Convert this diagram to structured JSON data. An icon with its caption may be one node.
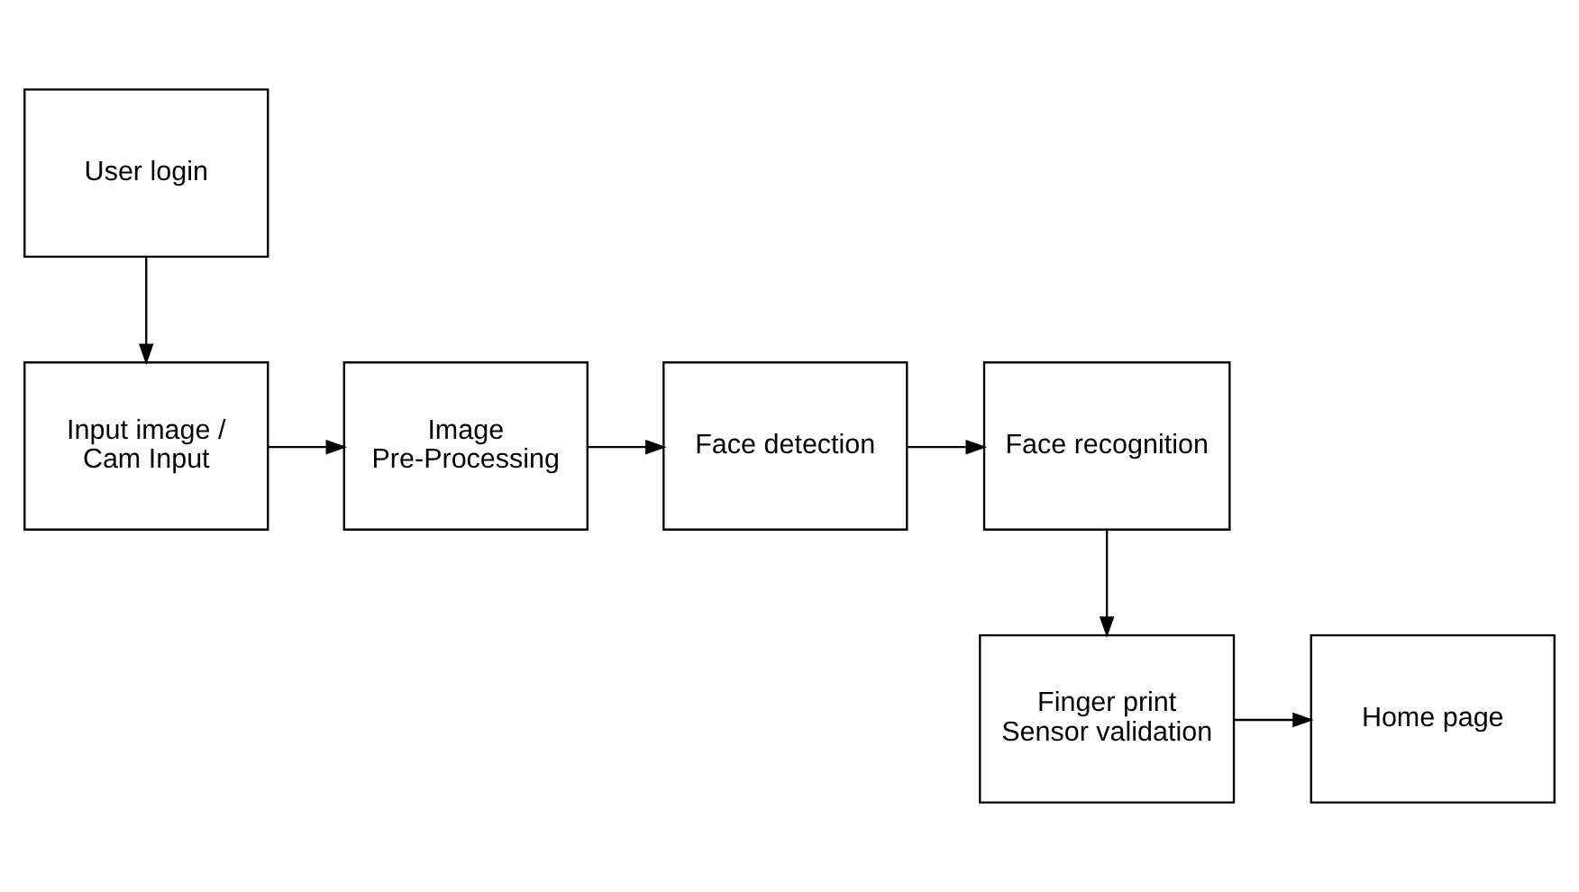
{
  "diagram": {
    "nodes": [
      {
        "text": [
          "User login"
        ]
      },
      {
        "text": [
          "Input image / Cam Input"
        ]
      },
      {
        "text": [
          "Image Pre-Processing"
        ]
      },
      {
        "text": [
          "Face detection"
        ]
      },
      {
        "text": [
          "Face recognition"
        ]
      },
      {
        "text": [
          "Finger print Sensor validation"
        ]
      },
      {
        "text": [
          "Home page"
        ]
      }
    ],
    "edges": [
      {
        "from": 0,
        "to": 1,
        "arrow": "to"
      },
      {
        "from": 1,
        "to": 2,
        "arrow": "to"
      },
      {
        "from": 2,
        "to": 3,
        "arrow": "to"
      },
      {
        "from": 3,
        "to": 4,
        "arrow": "to"
      },
      {
        "from": 4,
        "to": 5,
        "arrow": "to"
      },
      {
        "from": 5,
        "to": 6,
        "arrow": "to"
      }
    ]
  }
}
